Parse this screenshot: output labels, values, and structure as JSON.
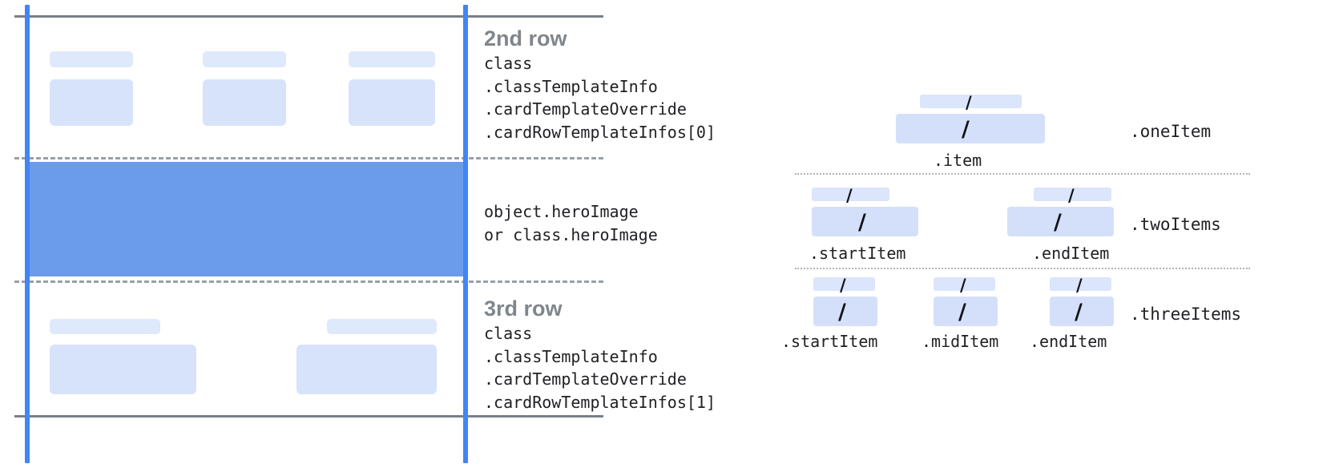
{
  "diagram": {
    "kind": "card-template-layout-diagram",
    "colors": {
      "guide_blue": "#4285f4",
      "hero_blue": "#6b9beb",
      "chip_blue": "#d7e3fb",
      "rule_gray": "#7a7f87",
      "dash_gray": "#9aa0a6",
      "heading_gray": "#80868b",
      "code_text": "#202124"
    }
  },
  "card": {
    "rows": [
      {
        "id": "second-row",
        "heading": "2nd row",
        "code": "class\n.classTemplateInfo\n.cardTemplateOverride\n.cardRowTemplateInfos[0]",
        "columns": 3
      },
      {
        "id": "hero-row",
        "heading": "",
        "code": "object.heroImage\nor class.heroImage",
        "columns": 0
      },
      {
        "id": "third-row",
        "heading": "3rd row",
        "code": "class\n.classTemplateInfo\n.cardTemplateOverride\n.cardRowTemplateInfos[1]",
        "columns": 2
      }
    ]
  },
  "items": {
    "slash_glyph": "/",
    "sections": [
      {
        "id": "one-item",
        "label": ".oneItem",
        "captions": [
          ".item"
        ]
      },
      {
        "id": "two-items",
        "label": ".twoItems",
        "captions": [
          ".startItem",
          ".endItem"
        ]
      },
      {
        "id": "three-items",
        "label": ".threeItems",
        "captions": [
          ".startItem",
          ".midItem",
          ".endItem"
        ]
      }
    ]
  }
}
